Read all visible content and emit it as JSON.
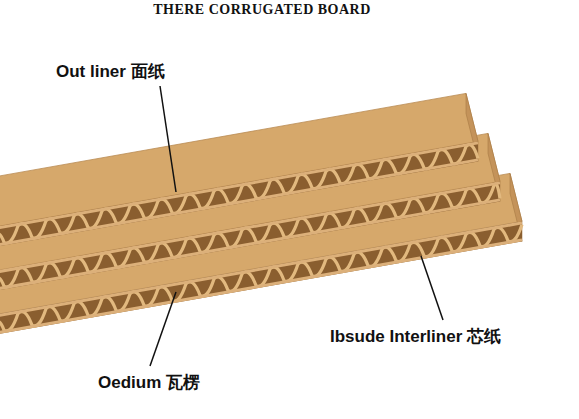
{
  "diagram": {
    "title": "THERE CORRUGATED BOARD",
    "labels": [
      "Out liner 面纸",
      "Ibsude Interliner 芯纸",
      "Oedium 瓦楞"
    ]
  }
}
